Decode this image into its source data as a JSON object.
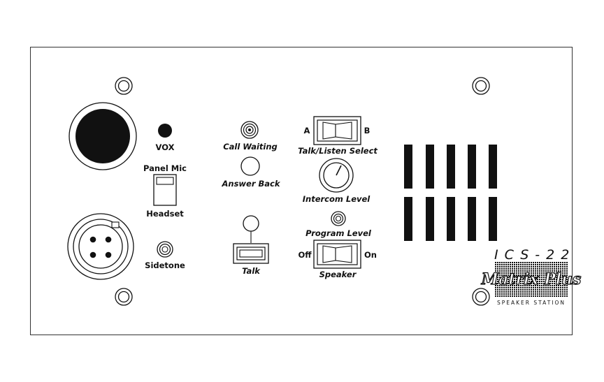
{
  "labels": {
    "vox": "VOX",
    "panel_mic": "Panel Mic",
    "headset": "Headset",
    "sidetone": "Sidetone",
    "call_waiting": "Call Waiting",
    "answer_back": "Answer Back",
    "talk": "Talk",
    "talk_listen_select": "Talk/Listen Select",
    "select_a": "A",
    "select_b": "B",
    "intercom_level": "Intercom Level",
    "program_level": "Program Level",
    "speaker": "Speaker",
    "speaker_off": "Off",
    "speaker_on": "On"
  },
  "branding": {
    "model": "ICS-22",
    "logo": "Matrix Plus",
    "subtitle": "SPEAKER STATION"
  },
  "icons": {
    "mounting_screw": "mounting-screw-icon",
    "speaker_grille": "speaker-grille-icon",
    "xlr_connector": "xlr-4pin-connector-icon"
  },
  "colors": {
    "ink": "#111111",
    "panel": "#ffffff"
  }
}
